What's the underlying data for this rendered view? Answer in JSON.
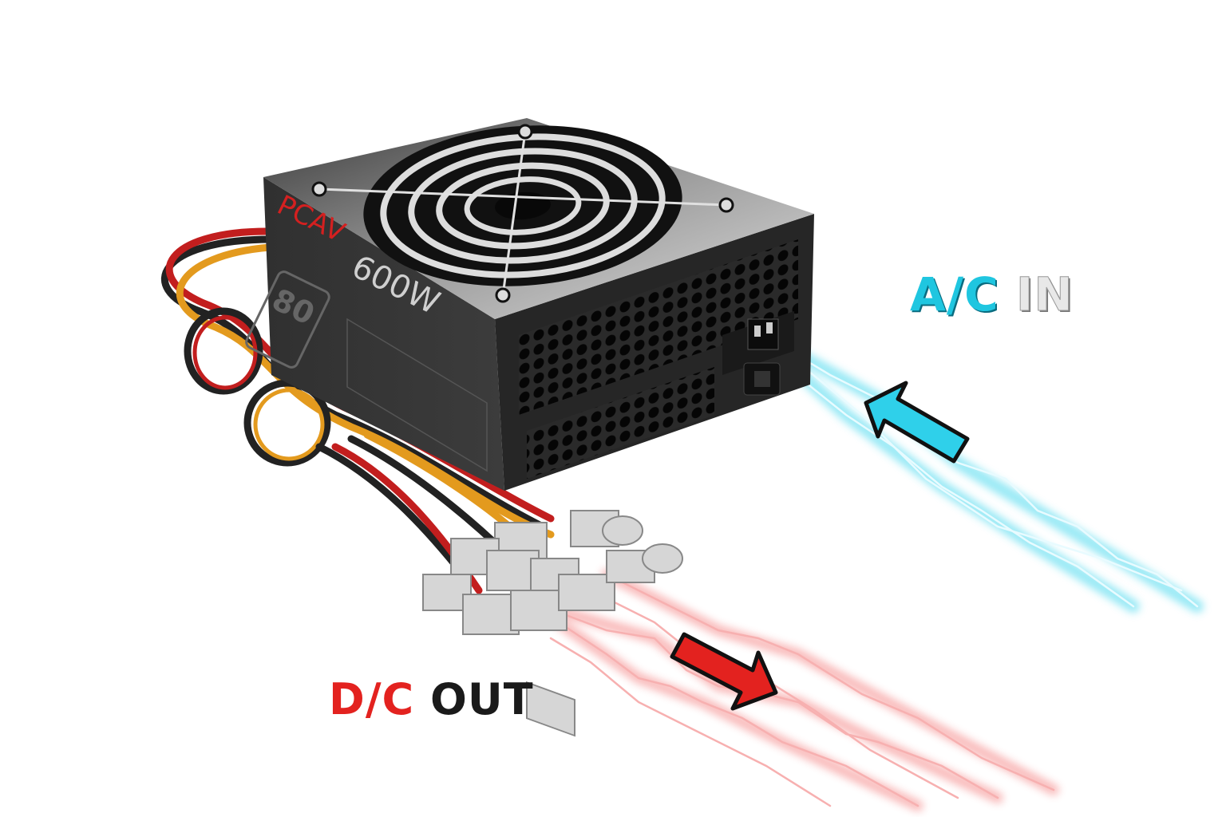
{
  "labels": {
    "ac_in_prefix": "A/C",
    "ac_in_suffix": "IN",
    "dc_out_prefix": "D/C",
    "dc_out_suffix": "OUT"
  },
  "psu": {
    "brand": "PCAV",
    "wattage": "600W",
    "badge": "80"
  },
  "colors": {
    "ac_accent": "#1fc6e0",
    "dc_accent": "#e3221f",
    "psu_body": "#2b2b2b",
    "connector": "#d6d6d6"
  },
  "icons": {
    "ac_arrow": "arrow-up-left-icon",
    "dc_arrow": "arrow-down-right-icon"
  }
}
